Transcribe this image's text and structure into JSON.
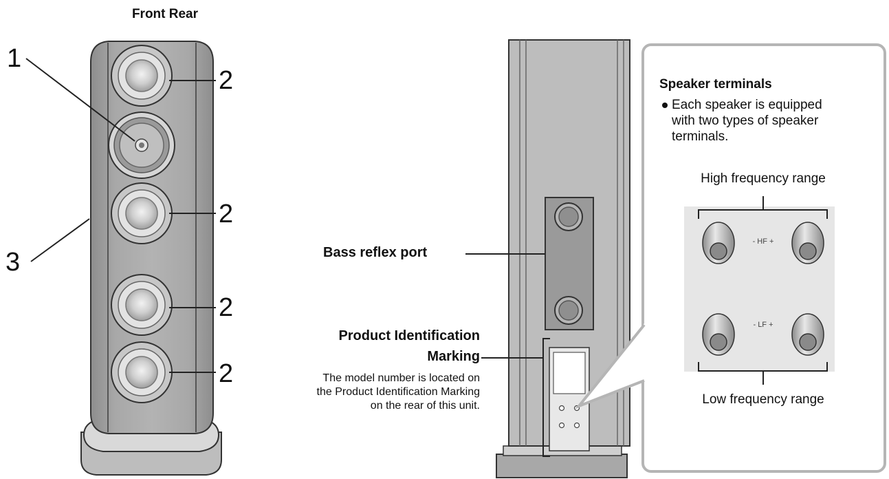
{
  "front_view": {
    "header": "Front Rear",
    "callouts": [
      "1",
      "2",
      "2",
      "2",
      "2",
      "3"
    ]
  },
  "rear_view": {
    "bass_reflex_label": "Bass reflex port",
    "product_id_title_line1": "Product Identification",
    "product_id_title_line2": "Marking",
    "product_id_desc_line1": "The model number is located on",
    "product_id_desc_line2": "the Product Identification Marking",
    "product_id_desc_line3": "on the rear of this unit."
  },
  "terminals_callout": {
    "title": "Speaker terminals",
    "bullet_line1": "Each speaker is equipped",
    "bullet_line2": "with two types of speaker",
    "bullet_line3": "terminals.",
    "high_range_label": "High frequency range",
    "low_range_label": "Low frequency range",
    "hf_mark": "- HF +",
    "lf_mark": "- LF +"
  }
}
